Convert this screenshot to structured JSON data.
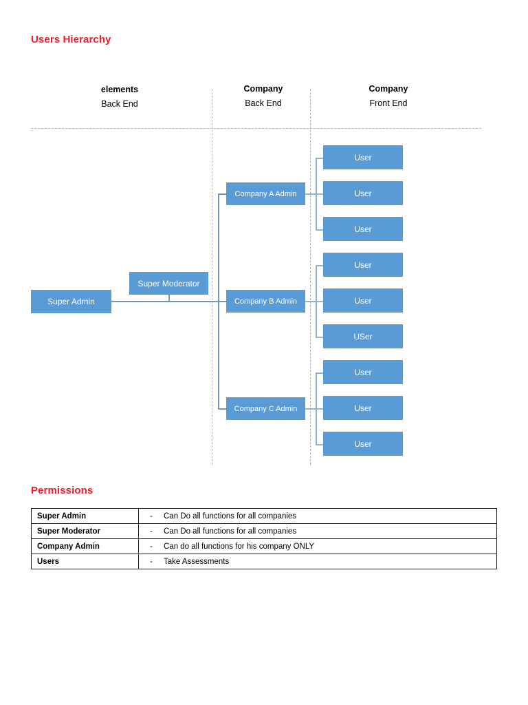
{
  "titles": {
    "hierarchy": "Users Hierarchy",
    "permissions": "Permissions"
  },
  "diagram": {
    "columns": [
      {
        "line1": "elements",
        "line2": "Back End"
      },
      {
        "line1": "Company",
        "line2": "Back End"
      },
      {
        "line1": "Company",
        "line2": "Front End"
      }
    ],
    "nodes": {
      "super_admin": "Super Admin",
      "super_moderator": "Super Moderator",
      "company_a_admin": "Company A Admin",
      "company_b_admin": "Company B Admin",
      "company_c_admin": "Company C Admin"
    },
    "users": [
      "User",
      "User",
      "User",
      "User",
      "User",
      "USer",
      "User",
      "User",
      "User"
    ],
    "colors": {
      "node_fill": "#5B9BD5",
      "node_text": "#FFFFFF",
      "connector": "#7196B9",
      "connector_light": "#8CB3D9",
      "divider": "#B4B4B4",
      "heading": "#EE1C25"
    }
  },
  "permissions": {
    "dash": "-",
    "rows": [
      {
        "role": "Super Admin",
        "description": "Can Do all functions for all companies"
      },
      {
        "role": "Super Moderator",
        "description": "Can Do all functions for all companies"
      },
      {
        "role": "Company Admin",
        "description": "Can do all functions for his company ONLY"
      },
      {
        "role": "Users",
        "description": "Take Assessments"
      }
    ]
  }
}
